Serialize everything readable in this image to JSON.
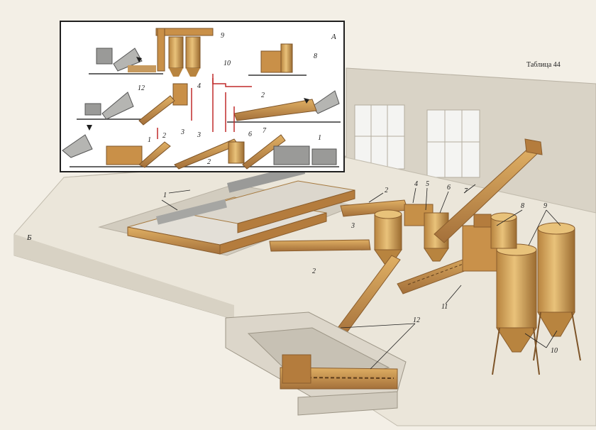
{
  "table_title": "Таблица 44",
  "panel_A": {
    "letter": "А",
    "labels": [
      "9",
      "10",
      "8",
      "4",
      "12",
      "2",
      "3",
      "1",
      "2",
      "3",
      "6",
      "7",
      "1",
      "2"
    ]
  },
  "panel_B": {
    "letter": "Б",
    "labels": [
      "1",
      "2",
      "4",
      "5",
      "6",
      "7",
      "3",
      "8",
      "9",
      "2",
      "11",
      "12",
      "10"
    ]
  },
  "colors": {
    "machinery": "#d4a050",
    "machinery_dark": "#a8733a",
    "floor": "#e9e3d6",
    "wall": "#d7d1c4",
    "frame": "#1f1f1f"
  }
}
